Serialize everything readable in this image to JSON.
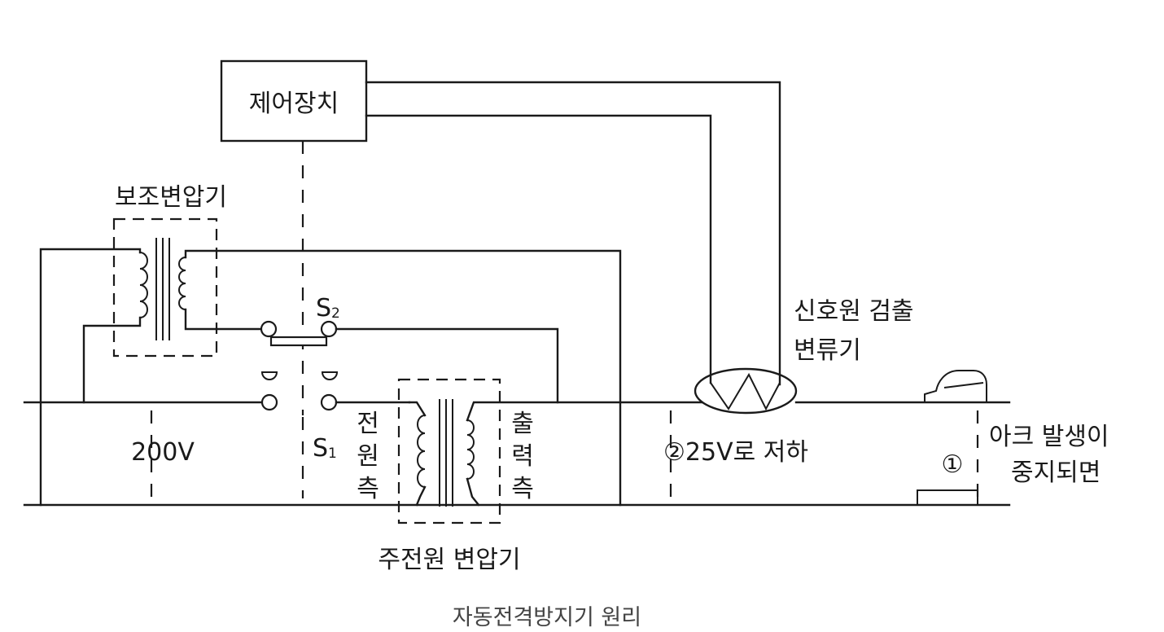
{
  "labels": {
    "control_unit": "제어장치",
    "aux_transformer": "보조변압기",
    "main_transformer": "주전원 변압기",
    "ct_line1": "신호원 검출",
    "ct_line2": "변류기",
    "voltage_in": "200V",
    "switch_s1": "S",
    "switch_s1_sub": "1",
    "switch_s2": "S",
    "switch_s2_sub": "2",
    "primary_side": [
      "전",
      "원",
      "측"
    ],
    "secondary_side": [
      "출",
      "력",
      "측"
    ],
    "reduced_voltage": "②25V로 저하",
    "arc_stop_line1": "아크 발생이",
    "arc_stop_line2": "중지되면",
    "marker_one": "①"
  },
  "caption": "자동전격방지기 원리"
}
